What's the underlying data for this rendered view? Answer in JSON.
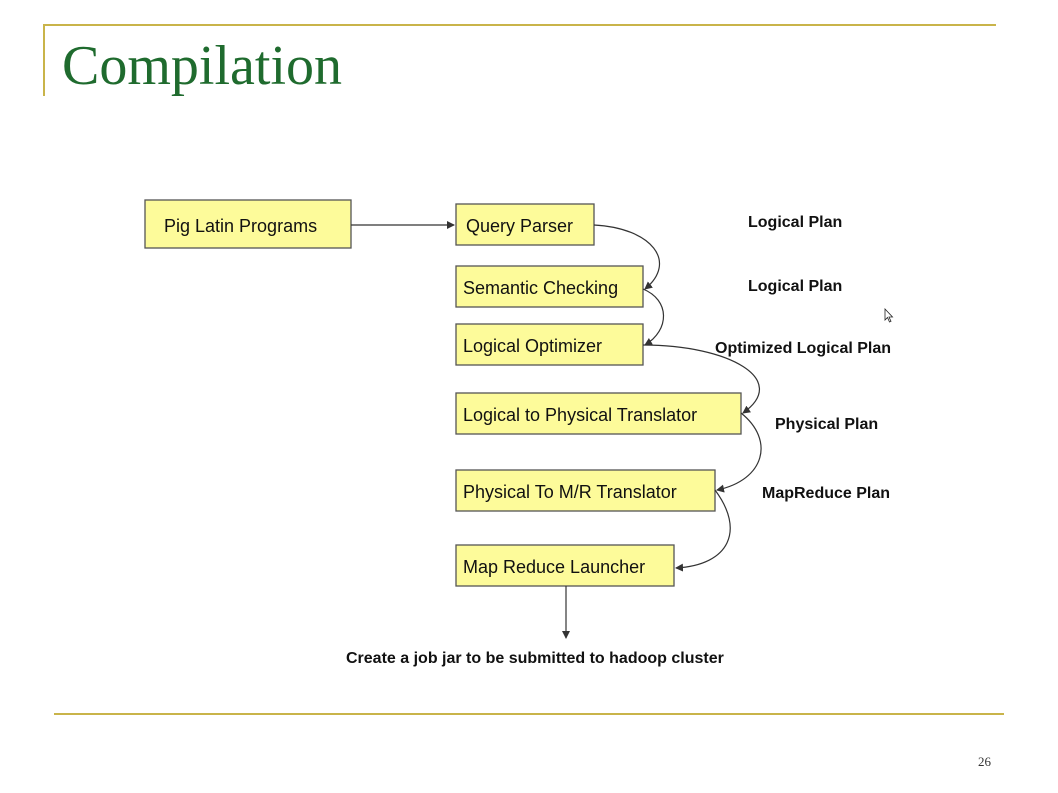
{
  "slide": {
    "title": "Compilation",
    "page_number": "26"
  },
  "diagram": {
    "nodes": {
      "source": "Pig Latin Programs",
      "parser": "Query Parser",
      "semantic": "Semantic Checking",
      "optimizer": "Logical Optimizer",
      "phys_translator": "Logical to Physical Translator",
      "mr_translator": "Physical To M/R Translator",
      "launcher": "Map Reduce Launcher"
    },
    "edge_labels": {
      "parser_to_semantic": "Logical Plan",
      "semantic_to_optimizer": "Logical Plan",
      "optimizer_to_phys": "Optimized Logical Plan",
      "phys_to_mr": "Physical Plan",
      "mr_to_launcher": "MapReduce Plan"
    },
    "output_label": "Create a job jar to be submitted to hadoop cluster"
  },
  "colors": {
    "box_fill": "#fdfb9a",
    "title_green": "#1f6b2e",
    "frame_gold": "#c9b44a"
  }
}
